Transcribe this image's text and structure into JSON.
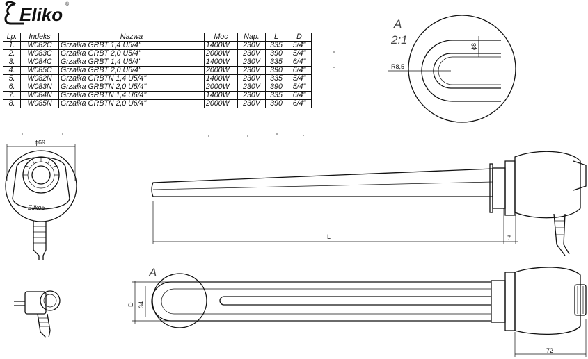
{
  "brand": {
    "name": "Eliko",
    "registered_mark": "®"
  },
  "table": {
    "headers": [
      "Lp.",
      "Indeks",
      "Nazwa",
      "Moc",
      "Nap.",
      "L",
      "D"
    ],
    "rows": [
      [
        "1.",
        "W082C",
        "Grzałka GRBT 1,4 U5/4\"",
        "1400W",
        "230V",
        "335",
        "5/4\""
      ],
      [
        "2.",
        "W083C",
        "Grzałka GRBT 2,0 U5/4\"",
        "2000W",
        "230V",
        "390",
        "5/4\""
      ],
      [
        "3.",
        "W084C",
        "Grzałka GRBT 1,4 U6/4\"",
        "1400W",
        "230V",
        "335",
        "6/4\""
      ],
      [
        "4.",
        "W085C",
        "Grzałka GRBT 2,0 U6/4\"",
        "2000W",
        "230V",
        "390",
        "6/4\""
      ],
      [
        "5.",
        "W082N",
        "Grzałka GRBTN 1,4 U5/4\"",
        "1400W",
        "230V",
        "335",
        "5/4\""
      ],
      [
        "6.",
        "W083N",
        "Grzałka GRBTN 2,0 U5/4\"",
        "2000W",
        "230V",
        "390",
        "5/4\""
      ],
      [
        "7.",
        "W084N",
        "Grzałka GRBTN 1,4 U6/4\"",
        "1400W",
        "230V",
        "335",
        "6/4\""
      ],
      [
        "8.",
        "W085N",
        "Grzałka GRBTN 2,0 U6/4\"",
        "2000W",
        "230V",
        "390",
        "6/4\""
      ]
    ]
  },
  "detail": {
    "label": "A",
    "scale": "2:1",
    "radius": "R8,5",
    "diameter": "ϕ8"
  },
  "front_view": {
    "diameter": "ϕ69",
    "logo": "Eliko"
  },
  "side_view": {
    "length": "L",
    "thread": "7"
  },
  "bottom_view": {
    "detail_label": "A",
    "d_label": "D",
    "width": "34",
    "head": "72"
  }
}
